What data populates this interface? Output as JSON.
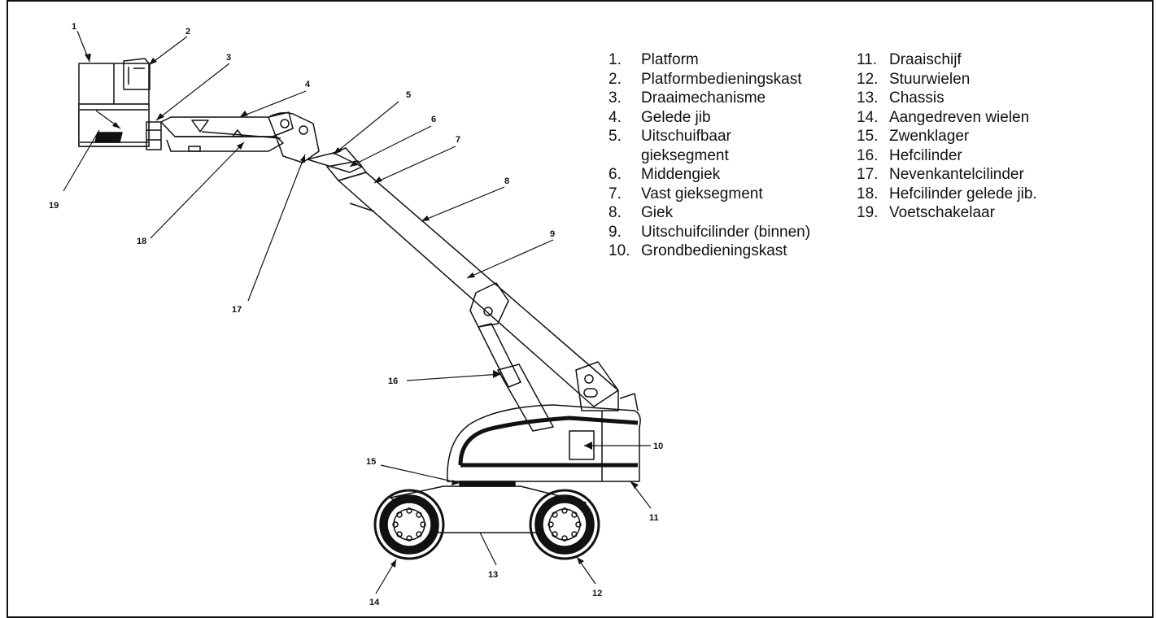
{
  "callouts": [
    "1",
    "2",
    "3",
    "4",
    "5",
    "6",
    "7",
    "8",
    "9",
    "10",
    "11",
    "12",
    "13",
    "14",
    "15",
    "16",
    "17",
    "18",
    "19"
  ],
  "legend": {
    "left": [
      {
        "num": "1.",
        "label": "Platform"
      },
      {
        "num": "2.",
        "label": "Platformbedieningskast"
      },
      {
        "num": "3.",
        "label": "Draaimechanisme"
      },
      {
        "num": "4.",
        "label": "Gelede jib"
      },
      {
        "num": "5.",
        "label": "Uitschuifbaar\ngieksegment"
      },
      {
        "num": "6.",
        "label": "Middengiek"
      },
      {
        "num": "7.",
        "label": "Vast gieksegment"
      },
      {
        "num": "8.",
        "label": "Giek"
      },
      {
        "num": "9.",
        "label": "Uitschuifcilinder (binnen)"
      },
      {
        "num": "10.",
        "label": "Grondbedieningskast"
      }
    ],
    "right": [
      {
        "num": "11.",
        "label": "Draaischijf"
      },
      {
        "num": "12.",
        "label": "Stuurwielen"
      },
      {
        "num": "13.",
        "label": "Chassis"
      },
      {
        "num": "14.",
        "label": "Aangedreven wielen"
      },
      {
        "num": "15.",
        "label": "Zwenklager"
      },
      {
        "num": "16.",
        "label": "Hefcilinder"
      },
      {
        "num": "17.",
        "label": "Nevenkantelcilinder"
      },
      {
        "num": "18.",
        "label": "Hefcilinder gelede jib."
      },
      {
        "num": "19.",
        "label": "Voetschakelaar"
      }
    ]
  }
}
